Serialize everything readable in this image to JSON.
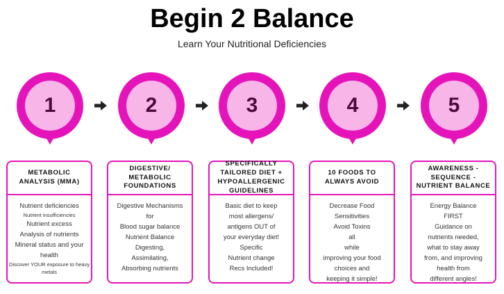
{
  "title": "Begin 2 Balance",
  "subtitle": "Learn Your Nutritional Deficiencies",
  "colors": {
    "ring": "#e514ba",
    "inner": "#f7b5e8",
    "number": "#4b0b3c"
  },
  "steps": [
    {
      "number": "1",
      "heading": "METABOLIC ANALYSIS (MMA)",
      "lines": [
        {
          "t": "Nutrient deficiencies"
        },
        {
          "t": "Nutrient insufficiencies",
          "small": true
        },
        {
          "t": "Nutrient excess"
        },
        {
          "t": "Analysis of nutrients"
        },
        {
          "t": "Mineral status and your health"
        },
        {
          "t": "Discover YOUR exposure to heavy metals",
          "small": true
        }
      ]
    },
    {
      "number": "2",
      "heading": "DIGESTIVE/ METABOLIC FOUNDATIONS",
      "lines": [
        {
          "t": "Digestive Mechanisms"
        },
        {
          "t": "for"
        },
        {
          "t": "Blood sugar balance"
        },
        {
          "t": "Nutrient Balance"
        },
        {
          "t": "Digesting,"
        },
        {
          "t": "Assimilating,"
        },
        {
          "t": "Absorbing nutrients"
        }
      ]
    },
    {
      "number": "3",
      "heading": "SPECIFICALLY TAILORED DIET + HYPOALLERGENIC GUIDELINES",
      "lines": [
        {
          "t": "Basic diet to keep"
        },
        {
          "t": "most allergens/"
        },
        {
          "t": "antigens OUT of"
        },
        {
          "t": "your everyday diet!"
        },
        {
          "t": " "
        },
        {
          "t": "Specific"
        },
        {
          "t": "Nutrient change"
        },
        {
          "t": "Recs Included!"
        }
      ]
    },
    {
      "number": "4",
      "heading": "10 FOODS TO ALWAYS AVOID",
      "lines": [
        {
          "t": "Decrease Food"
        },
        {
          "t": "Sensitivities"
        },
        {
          "t": "Avoid Toxins"
        },
        {
          "t": "all"
        },
        {
          "t": "while"
        },
        {
          "t": "improving your food"
        },
        {
          "t": "choices and"
        },
        {
          "t": "keeping it simple!"
        }
      ]
    },
    {
      "number": "5",
      "heading": "AWARENESS - SEQUENCE - NUTRIENT BALANCE",
      "lines": [
        {
          "t": "Energy Balance"
        },
        {
          "t": "FIRST"
        },
        {
          "t": "Guidance on"
        },
        {
          "t": "nutrients needed,"
        },
        {
          "t": "what to stay away"
        },
        {
          "t": "from, and improving"
        },
        {
          "t": "health from"
        },
        {
          "t": "different angles!"
        }
      ]
    }
  ]
}
